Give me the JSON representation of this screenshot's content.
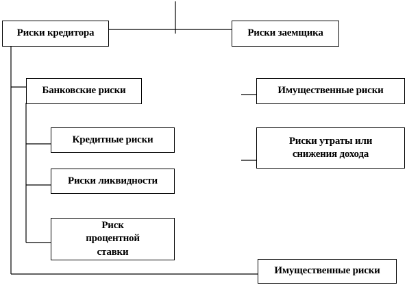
{
  "diagram": {
    "lender_risks": "Риски кредитора",
    "borrower_risks": "Риски заемщика",
    "bank_risks": "Банковские риски",
    "credit_risks": "Кредитные риски",
    "liquidity_risks": "Риски ликвидности",
    "interest_rate_risk": "Риск процентной ставки",
    "property_risks_borrower": "Имущественные риски",
    "income_loss_risks": "Риски утраты или снижения дохода",
    "property_risks_lender": "Имущественные риски"
  }
}
